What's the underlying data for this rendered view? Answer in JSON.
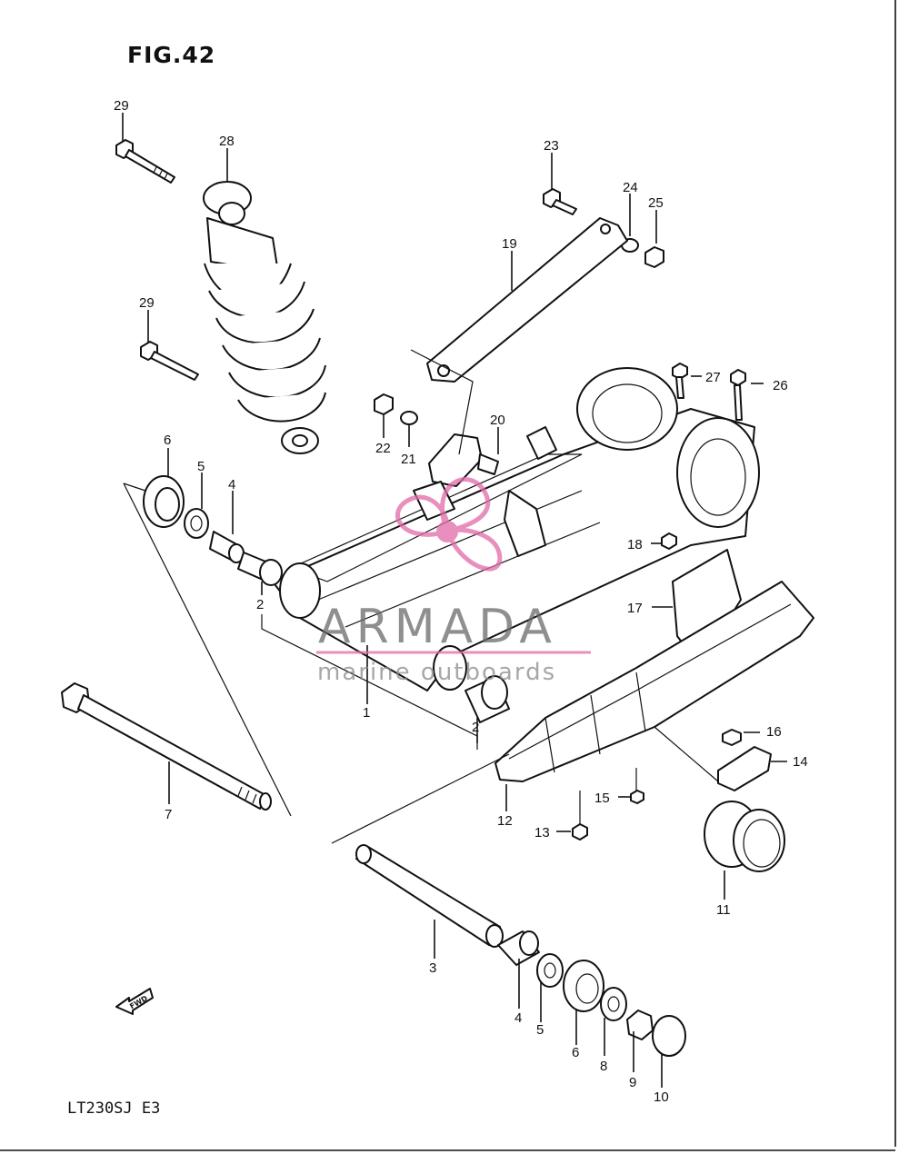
{
  "figure": {
    "title": "FIG.42",
    "model": "LT230SJ  E3",
    "direction_mark": "FWD"
  },
  "watermark": {
    "name": "ARMADA",
    "tagline": "marine outboards",
    "logo_icon": "propeller-logo-icon",
    "logo_color": "#e26aa8"
  },
  "callouts": {
    "c29a": "29",
    "c28": "28",
    "c29b": "29",
    "c23": "23",
    "c24": "24",
    "c25": "25",
    "c19": "19",
    "c27": "27",
    "c26": "26",
    "c20": "20",
    "c22": "22",
    "c21": "21",
    "c6a": "6",
    "c5a": "5",
    "c4a": "4",
    "c2a": "2",
    "c18": "18",
    "c17": "17",
    "c1": "1",
    "c2b": "2",
    "c16": "16",
    "c14": "14",
    "c7": "7",
    "c15": "15",
    "c12": "12",
    "c13": "13",
    "c11": "11",
    "c3": "3",
    "c4b": "4",
    "c5b": "5",
    "c6b": "6",
    "c8": "8",
    "c9": "9",
    "c10": "10"
  }
}
